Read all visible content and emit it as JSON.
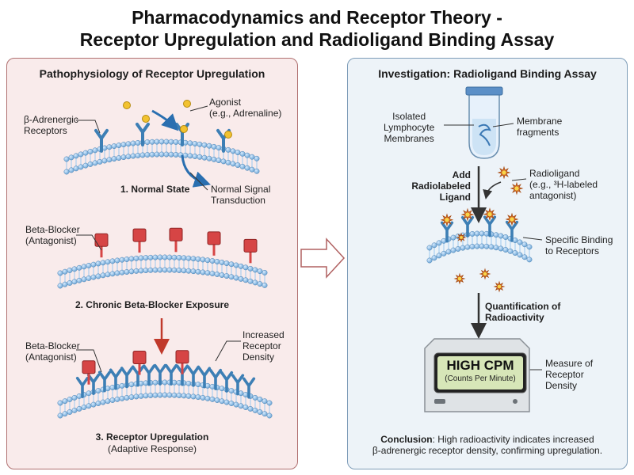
{
  "title": {
    "line1": "Pharmacodynamics and Receptor Theory -",
    "line2": "Receptor Upregulation and Radioligand Binding Assay"
  },
  "left_panel": {
    "heading": "Pathophysiology of Receptor Upregulation",
    "state1": {
      "receptor_label": "β-Adrenergic\nReceptors",
      "agonist_label": "Agonist\n(e.g., Adrenaline)",
      "caption": "1. Normal State",
      "signal_label": "Normal Signal\nTransduction"
    },
    "state2": {
      "blocker_label": "Beta-Blocker\n(Antagonist)",
      "caption": "2. Chronic Beta-Blocker Exposure"
    },
    "state3": {
      "blocker_label": "Beta-Blocker\n(Antagonist)",
      "density_label": "Increased\nReceptor\nDensity",
      "caption": "3. Receptor Upregulation",
      "subcaption": "(Adaptive Response)"
    }
  },
  "right_panel": {
    "heading": "Investigation: Radioligand Binding Assay",
    "membranes_label": "Isolated\nLymphocyte\nMembranes",
    "fragments_label": "Membrane\nfragments",
    "add_ligand_label": "Add\nRadiolabeled\nLigand",
    "radioligand_label": "Radioligand\n(e.g., ³H-labeled\nantagonist)",
    "specific_binding_label": "Specific Binding\nto Receptors",
    "quantification_label": "Quantification of\nRadioactivity",
    "screen_main": "HIGH CPM",
    "screen_sub": "(Counts Per Minute)",
    "measure_label": "Measure of\nReceptor\nDensity",
    "conclusion_bold": "Conclusion",
    "conclusion_text": ": High radioactivity indicates increased\nβ-adrenergic receptor density, confirming upregulation."
  },
  "colors": {
    "left_bg": "#f9ebeb",
    "right_bg": "#edf3f8",
    "receptor": "#3d7fb5",
    "blocker": "#d64545",
    "agonist": "#f2c230",
    "arrow_red": "#c0392b",
    "arrow_dark": "#333333"
  },
  "icons": [
    "agonist-dot",
    "receptor-y-icon",
    "beta-blocker-icon",
    "test-tube-icon",
    "radioligand-star-icon",
    "scintillation-counter-icon"
  ]
}
